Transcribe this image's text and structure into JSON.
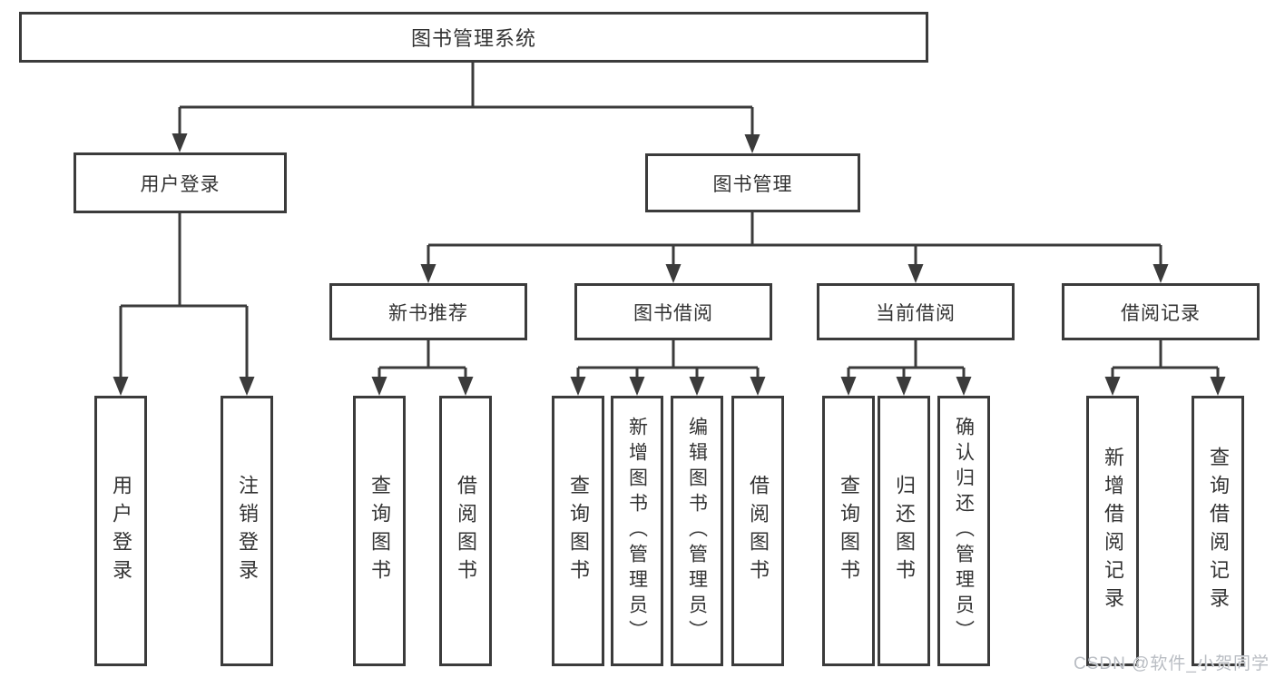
{
  "diagram": {
    "title": "图书管理系统",
    "level2": [
      {
        "label": "用户登录",
        "children": [
          "用户登录",
          "注销登录"
        ]
      },
      {
        "label": "图书管理"
      }
    ],
    "level3": [
      {
        "label": "新书推荐",
        "children": [
          "查询图书",
          "借阅图书"
        ]
      },
      {
        "label": "图书借阅",
        "children": [
          "查询图书",
          "新增图书（管理员）",
          "编辑图书（管理员）",
          "借阅图书"
        ]
      },
      {
        "label": "当前借阅",
        "children": [
          "查询图书",
          "归还图书",
          "确认归还（管理员）"
        ]
      },
      {
        "label": "借阅记录",
        "children": [
          "新增借阅记录",
          "查询借阅记录"
        ]
      }
    ],
    "colors": {
      "line": "#3b3b3b",
      "text": "#333333",
      "background": "#ffffff",
      "watermark": "#b9bdc3"
    },
    "watermark": "CSDN @软件_小贺同学"
  }
}
